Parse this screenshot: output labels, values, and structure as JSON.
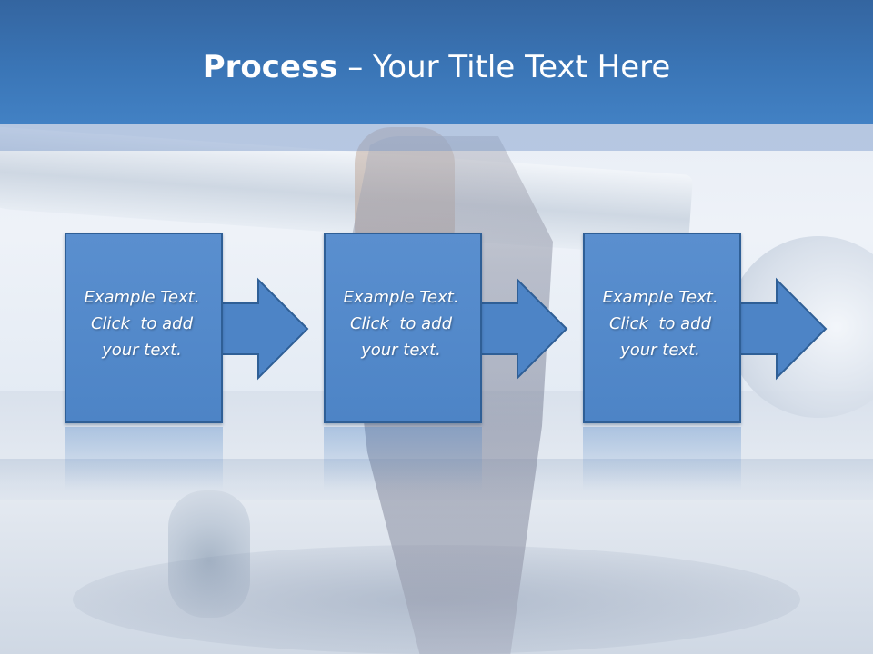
{
  "slide": {
    "title_bold": "Process",
    "title_rest": " – Your Title Text Here"
  },
  "steps": [
    {
      "lines": [
        "Example Text.",
        "Click  to add",
        "your text."
      ]
    },
    {
      "lines": [
        "Example Text.",
        "Click  to add",
        "your text."
      ]
    },
    {
      "lines": [
        "Example Text.",
        "Click  to add",
        "your text."
      ]
    }
  ],
  "colors": {
    "header": "#3a75b6",
    "box_fill": "#4d84c6",
    "box_border": "#2f5f96",
    "text": "#ffffff"
  }
}
